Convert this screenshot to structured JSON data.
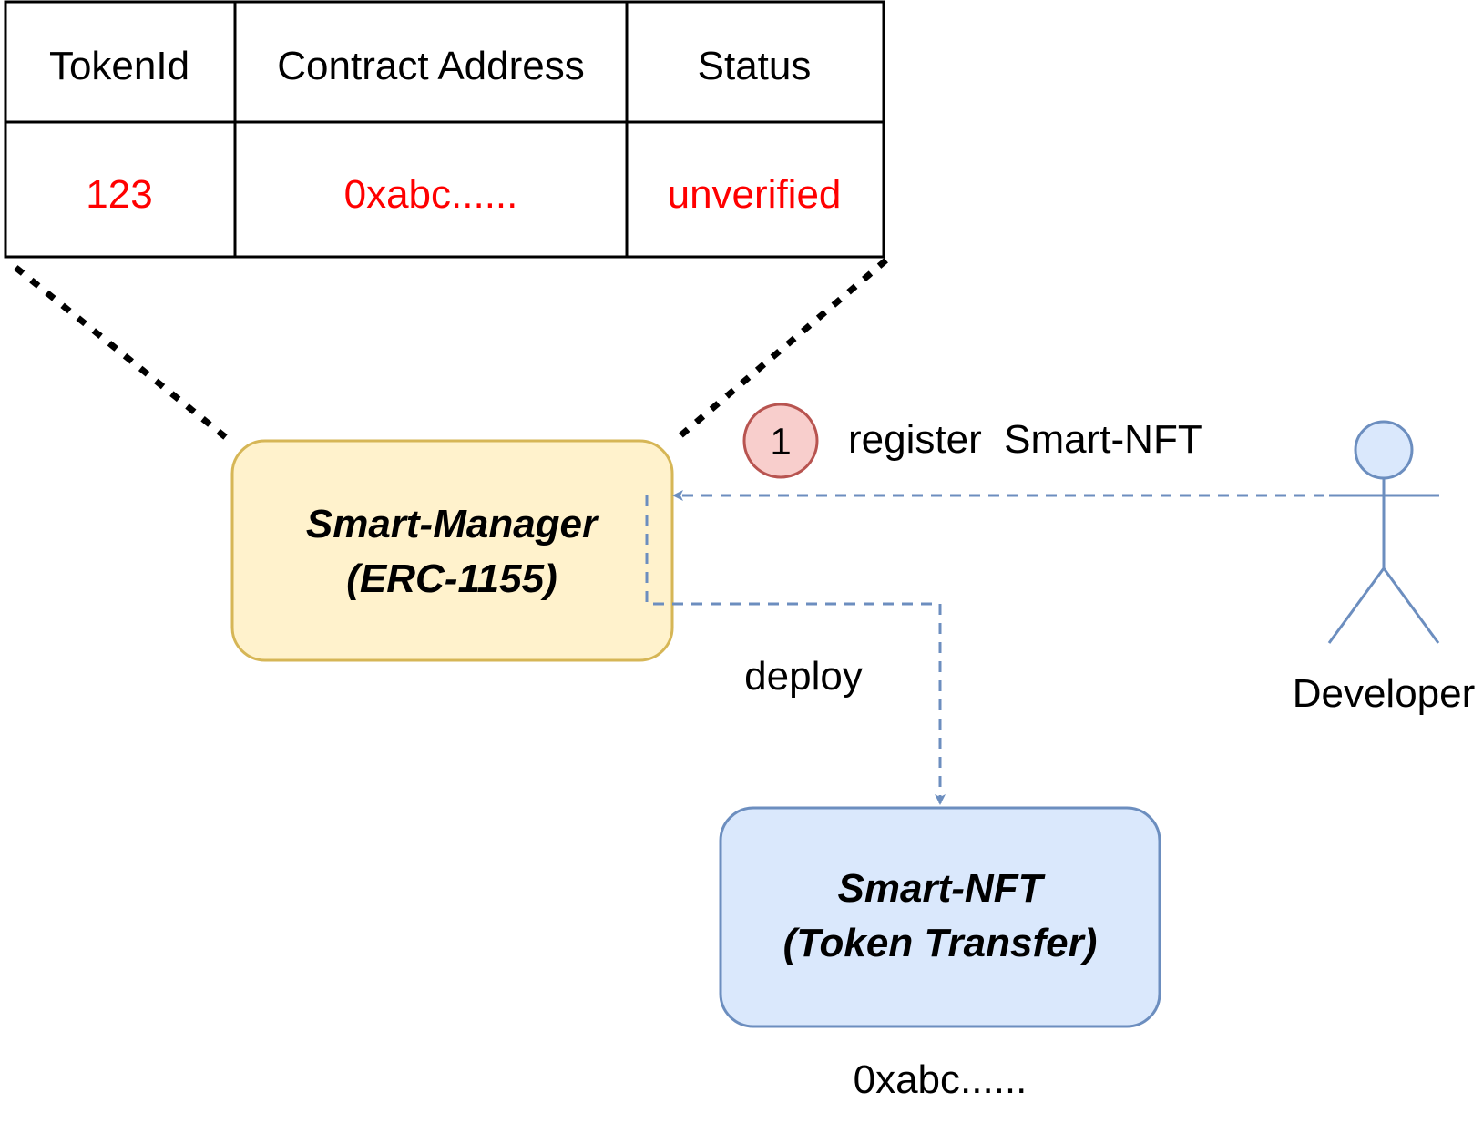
{
  "registry_table": {
    "headers": [
      "TokenId",
      "Contract Address",
      "Status"
    ],
    "row": [
      "123",
      "0xabc......",
      "unverified"
    ],
    "value_color": "#ff0000"
  },
  "manager_box": {
    "line1": "Smart-Manager",
    "line2": "(ERC-1155)",
    "fill": "#fff2cc",
    "stroke": "#d6b656"
  },
  "nft_box": {
    "line1": "Smart-NFT",
    "line2": "(Token Transfer)",
    "fill": "#dae8fc",
    "stroke": "#6c8ebf"
  },
  "nft_address": "0xabc......",
  "step_badge": {
    "number": "1",
    "fill": "#f8cecc",
    "stroke": "#b85450"
  },
  "register_label": "register  Smart-NFT",
  "deploy_label": "deploy",
  "developer": {
    "label": "Developer",
    "icon": "actor-icon",
    "fill": "#dae8fc",
    "stroke": "#6c8ebf"
  },
  "arrow_color": "#6c8ebf"
}
